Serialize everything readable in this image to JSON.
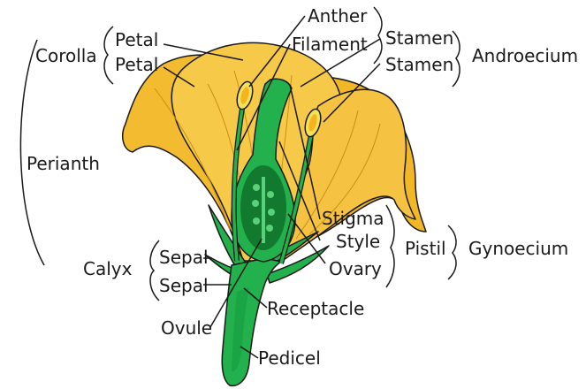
{
  "labels": {
    "anther": "Anther",
    "filament": "Filament",
    "stamen_1": "Stamen",
    "stamen_2": "Stamen",
    "androecium": "Androecium",
    "corolla": "Corolla",
    "petal_1": "Petal",
    "petal_2": "Petal",
    "perianth": "Perianth",
    "calyx": "Calyx",
    "sepal_1": "Sepal",
    "sepal_2": "Sepal",
    "stigma": "Stigma",
    "style": "Style",
    "ovary": "Ovary",
    "pistil": "Pistil",
    "gynoecium": "Gynoecium",
    "ovule": "Ovule",
    "receptacle": "Receptacle",
    "pedicel": "Pedicel"
  },
  "colors": {
    "petal": "#f5c242",
    "petal_dark": "#e2a21a",
    "stem": "#22b14c",
    "stem_dark": "#127a2e",
    "anther": "#f2e25a",
    "outline": "#1a1a1a"
  }
}
